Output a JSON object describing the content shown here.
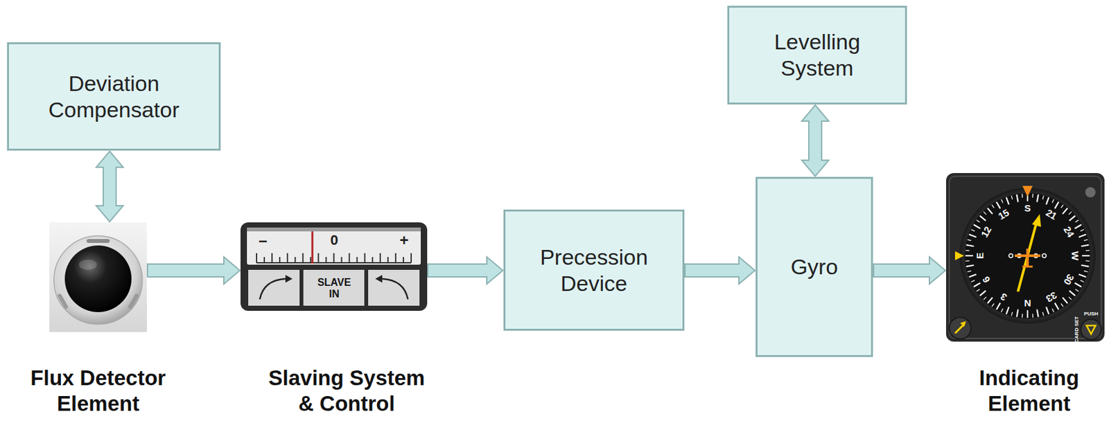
{
  "diagram": {
    "nodes": [
      {
        "text": [
          "Deviation Compensator"
        ]
      },
      {
        "text": [
          "Flux Detector Element"
        ]
      },
      {
        "text": [
          "Slaving System & Control"
        ]
      },
      {
        "text": [
          "Precession Device"
        ]
      },
      {
        "text": [
          "Levelling System"
        ]
      },
      {
        "text": [
          "Gyro"
        ]
      },
      {
        "text": [
          "Indicating Element"
        ]
      }
    ],
    "edges": [
      {
        "from": 0,
        "to": 1,
        "arrow": "both"
      },
      {
        "from": 1,
        "to": 2,
        "arrow": "to"
      },
      {
        "from": 2,
        "to": 3,
        "arrow": "to"
      },
      {
        "from": 3,
        "to": 5,
        "arrow": "to"
      },
      {
        "from": 4,
        "to": 5,
        "arrow": "both"
      },
      {
        "from": 5,
        "to": 6,
        "arrow": "to"
      }
    ],
    "labels": [
      "–",
      "0",
      "+",
      "SLAVE IN",
      "S",
      "21",
      "24",
      "W",
      "30",
      "33",
      "N",
      "3",
      "6",
      "E",
      "12",
      "15",
      "PUSH",
      "CARD SET"
    ]
  }
}
